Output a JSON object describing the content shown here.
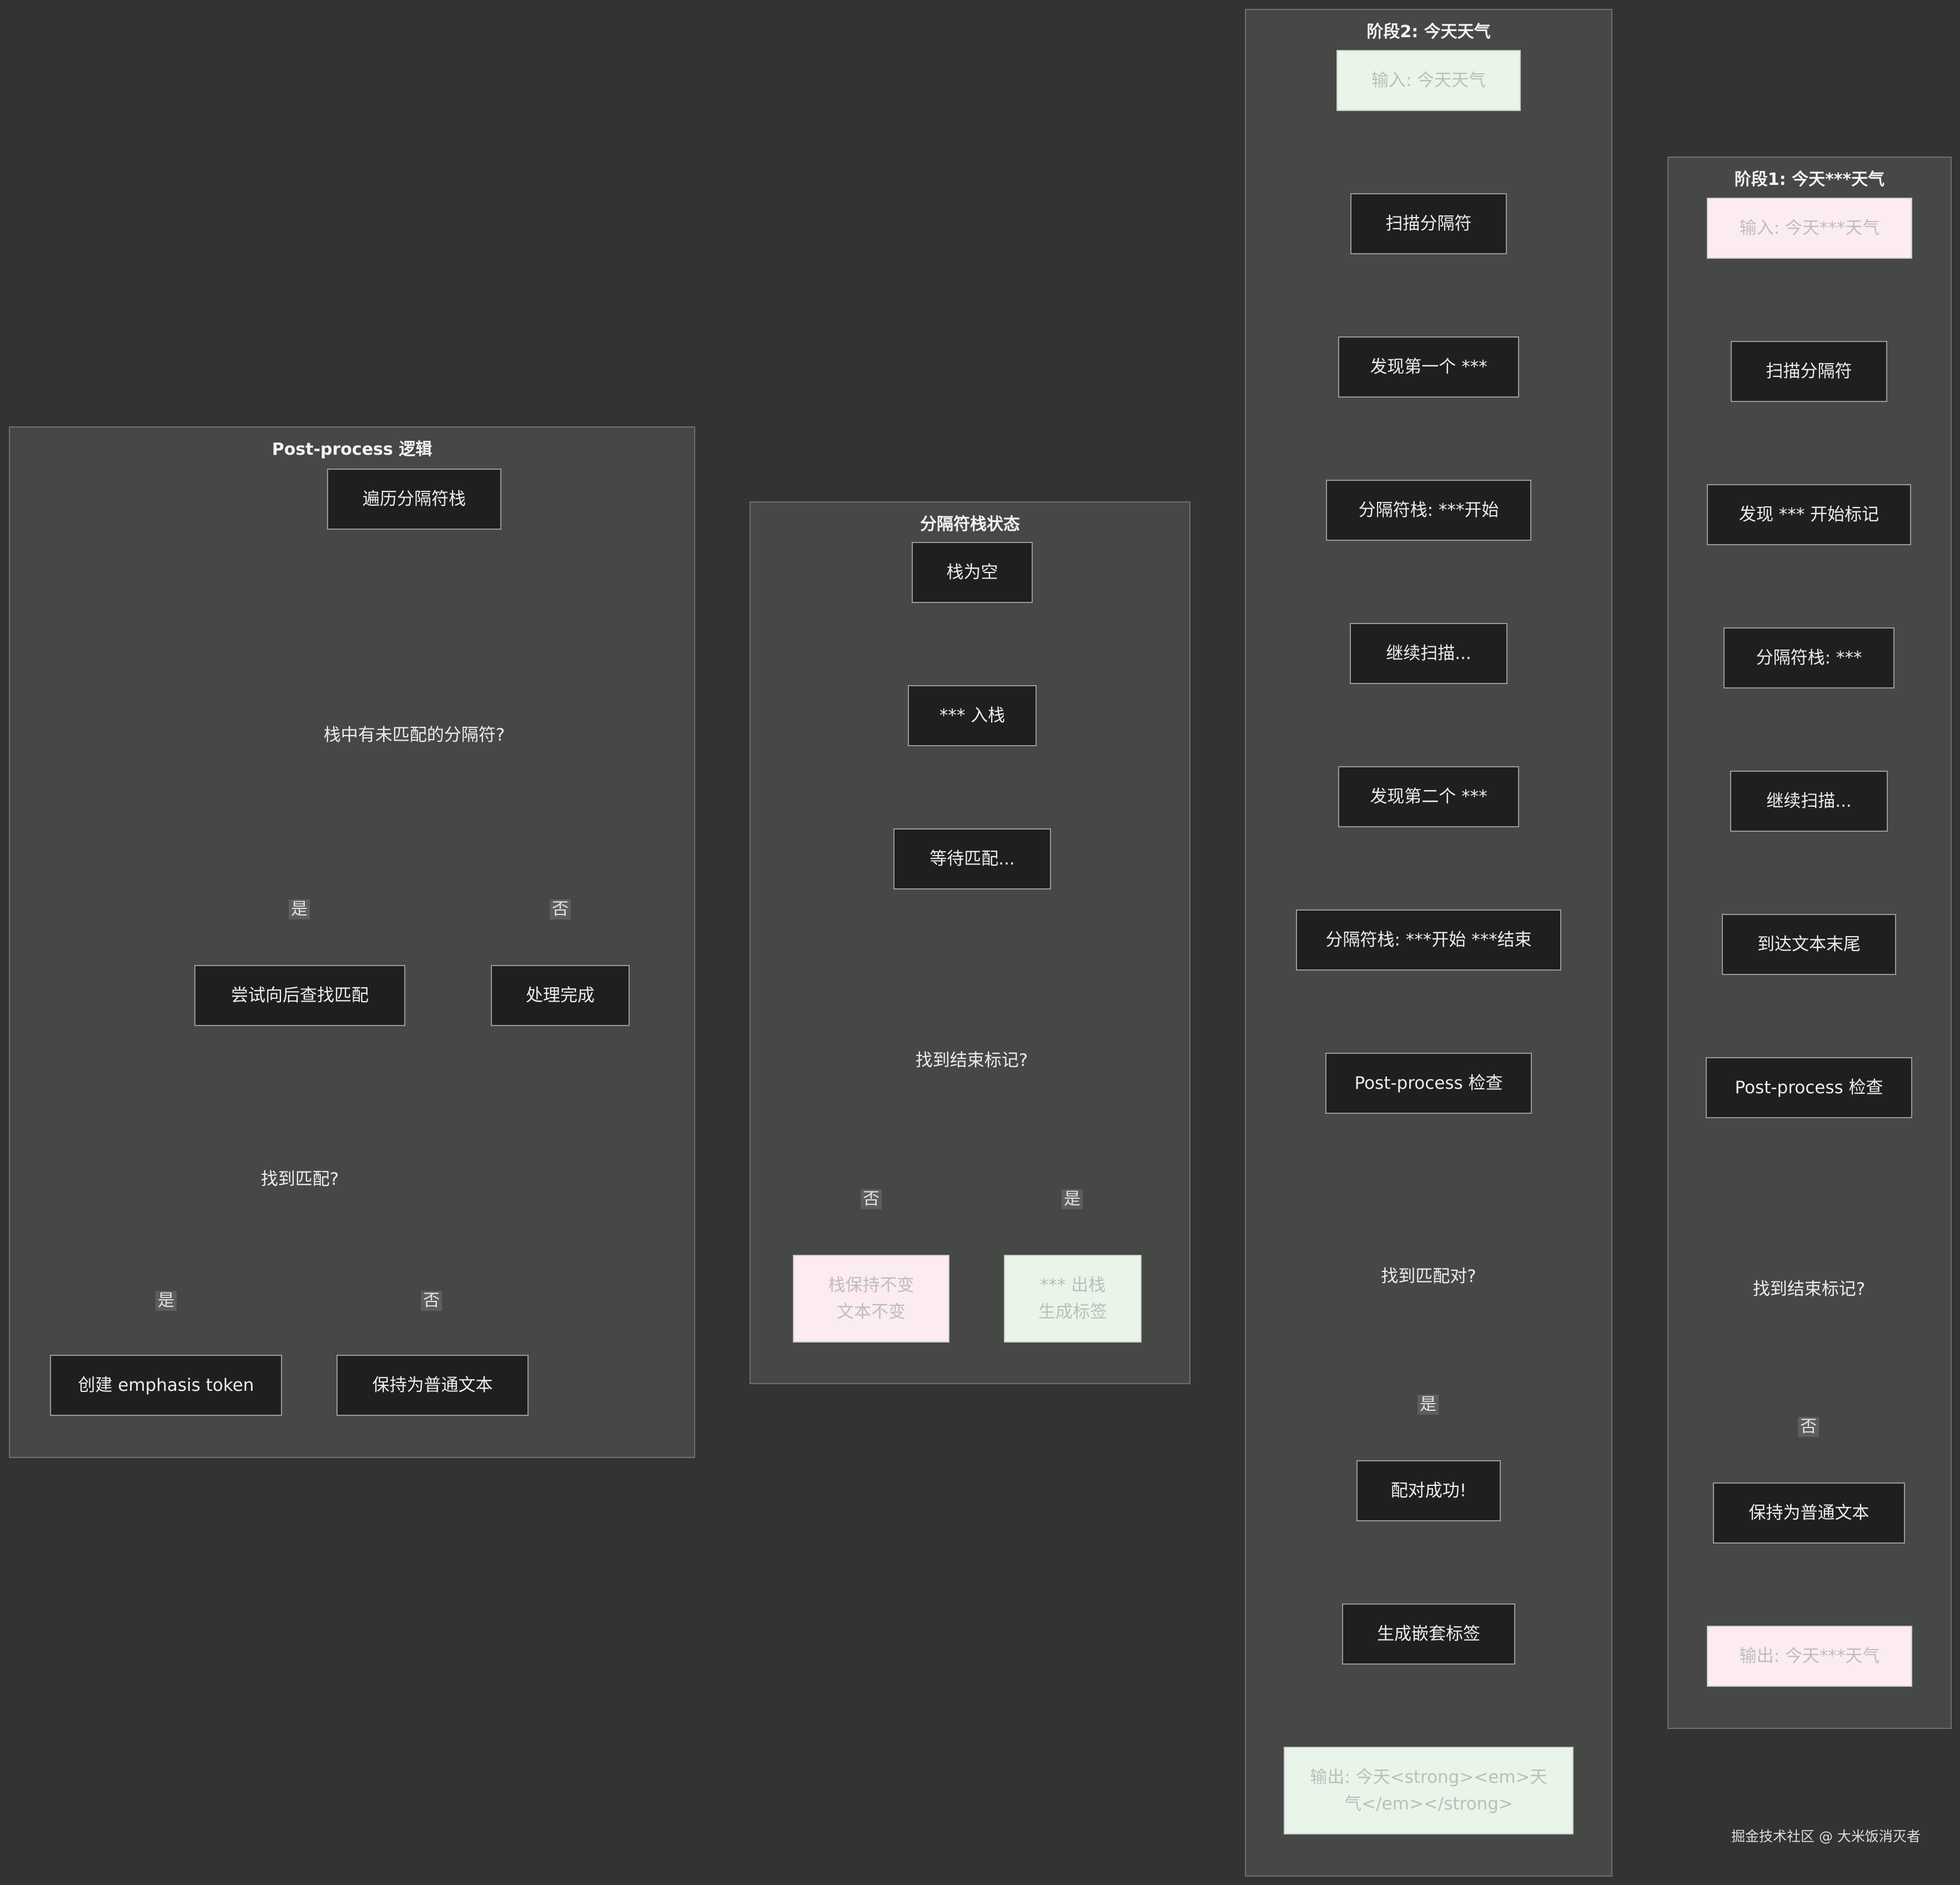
{
  "clusters": {
    "postprocess": {
      "title": "Post-process 逻辑",
      "nodes": {
        "traverse": "遍历分隔符栈",
        "has_unmatched": "栈中有未匹配的分隔符?",
        "try_match": "尝试向后查找匹配",
        "done": "处理完成",
        "found": "找到匹配?",
        "create_token": "创建 emphasis token",
        "keep_text": "保持为普通文本"
      },
      "edges": {
        "yes1": "是",
        "no1": "否",
        "yes2": "是",
        "no2": "否"
      }
    },
    "stack": {
      "title": "分隔符栈状态",
      "nodes": {
        "empty": "栈为空",
        "push": "*** 入栈",
        "waiting": "等待匹配...",
        "found_end": "找到结束标记?",
        "unchanged": [
          "栈保持不变",
          "文本不变"
        ],
        "pop": [
          "*** 出栈",
          "生成标签"
        ]
      },
      "edges": {
        "no": "否",
        "yes": "是"
      }
    },
    "stage2": {
      "title": "阶段2: 今天天气",
      "nodes": {
        "input": "输入: 今天天气",
        "scan": "扫描分隔符",
        "first": "发现第一个 ***",
        "stack1": "分隔符栈: ***开始",
        "continue": "继续扫描...",
        "second": "发现第二个 ***",
        "stack2": "分隔符栈: ***开始 ***结束",
        "check": "Post-process 检查",
        "found_pair": "找到匹配对?",
        "success": "配对成功!",
        "nested": "生成嵌套标签",
        "output": [
          "输出: 今天<strong><em>天",
          "气</em></strong>"
        ]
      },
      "edges": {
        "yes": "是"
      }
    },
    "stage1": {
      "title": "阶段1: 今天***天气",
      "nodes": {
        "input": "输入: 今天***天气",
        "scan": "扫描分隔符",
        "found_start": "发现 *** 开始标记",
        "stack": "分隔符栈: ***",
        "continue": "继续扫描...",
        "end_of_text": "到达文本末尾",
        "check": "Post-process 检查",
        "found_end": "找到结束标记?",
        "keep_text": "保持为普通文本",
        "output": "输出: 今天***天气"
      },
      "edges": {
        "no": "否"
      }
    }
  },
  "colors": {
    "background": "#333333",
    "cluster_fill": "#464846",
    "node_fill": "#1f1f1f",
    "input_pink": "#fdecef",
    "output_green": "#e9f5e9",
    "edge": "#cccccc"
  },
  "credit": "掘金技术社区 @ 大米饭消灭者"
}
